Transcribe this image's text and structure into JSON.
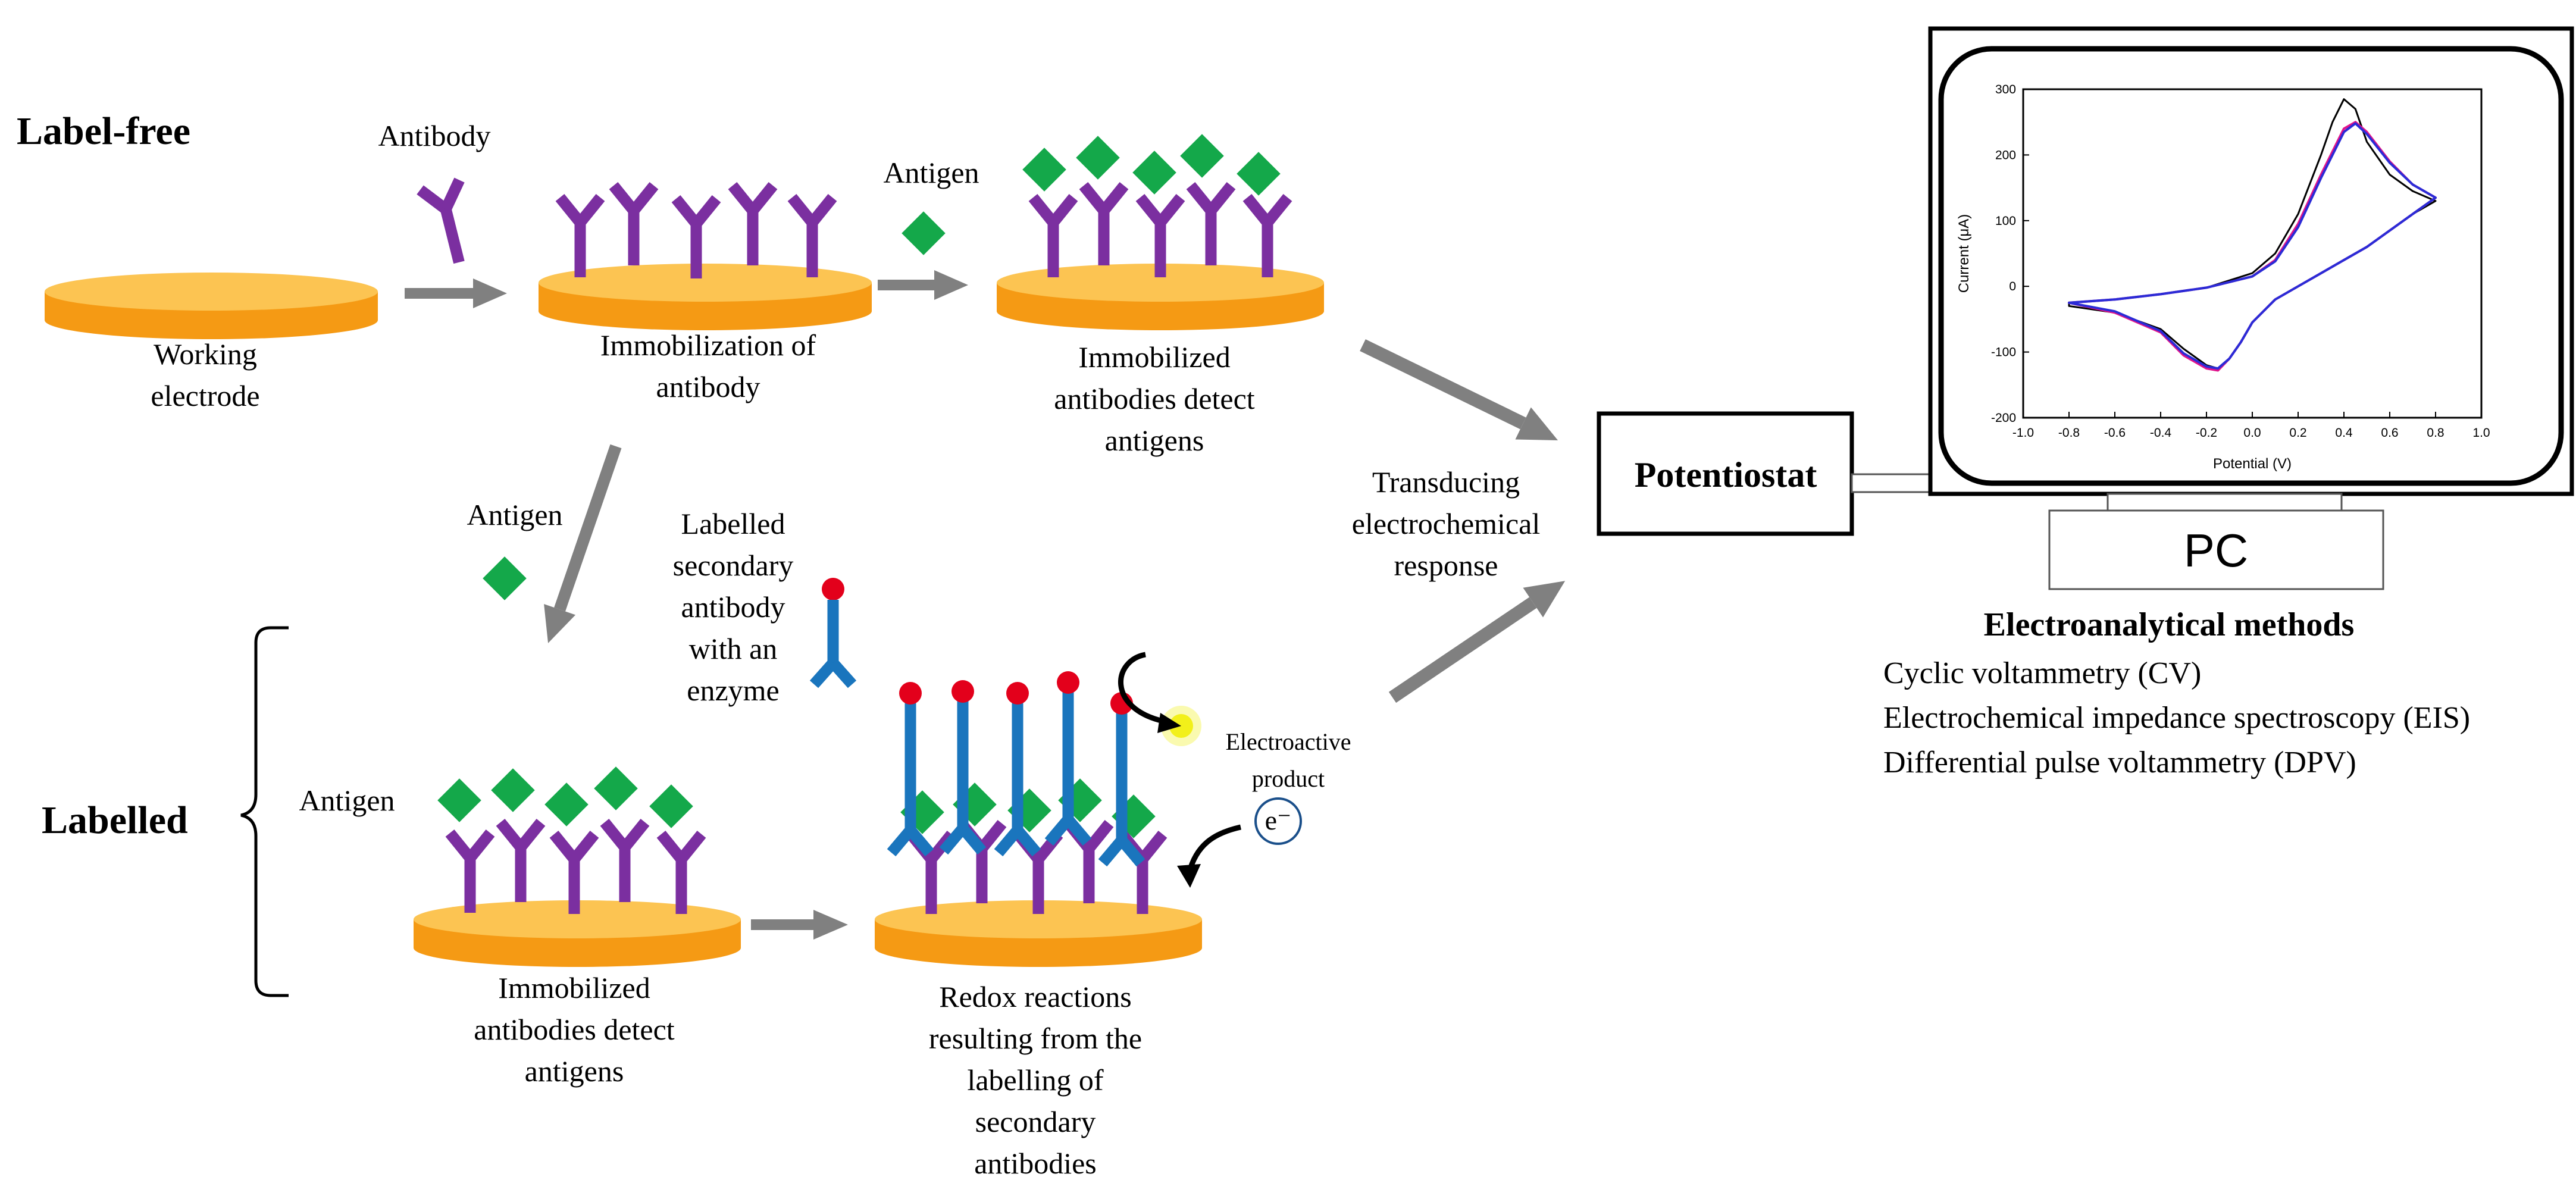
{
  "labels": {
    "label_free": "Label-free",
    "labelled": "Labelled",
    "antibody": "Antibody",
    "antigen_top": "Antigen",
    "antigen_mid": "Antigen",
    "antigen_low": "Antigen",
    "working_electrode": [
      "Working",
      "electrode"
    ],
    "immobilization": [
      "Immobilization of",
      "antibody"
    ],
    "detect_top": [
      "Immobilized",
      "antibodies detect",
      "antigens"
    ],
    "secondary": [
      "Labelled",
      "secondary",
      "antibody",
      "with an",
      "enzyme"
    ],
    "detect_low": [
      "Immobilized",
      "antibodies detect",
      "antigens"
    ],
    "redox": [
      "Redox reactions",
      "resulting from the",
      "labelling of",
      "secondary",
      "antibodies"
    ],
    "electroactive": [
      "Electroactive",
      "product"
    ],
    "electron": "e⁻",
    "transducing": [
      "Transducing",
      "electrochemical",
      "response"
    ],
    "potentiostat": "Potentiostat",
    "pc": "PC",
    "methods_title": "Electroanalytical methods",
    "methods": [
      "Cyclic voltammetry (CV)",
      "Electrochemical impedance spectroscopy (EIS)",
      "Differential pulse voltammetry (DPV)"
    ]
  },
  "colors": {
    "electrode_top": "#fcc452",
    "electrode_side": "#f59a14",
    "antibody": "#7b2fa0",
    "antigen": "#14a84a",
    "secondary": "#1a75bd",
    "enzyme": "#e3001b",
    "arrow": "#808080",
    "product_glow": "#f2f01a",
    "cv_black": "#000000",
    "cv_magenta": "#e0148c",
    "cv_blue": "#2b2bd6"
  },
  "chart_data": {
    "type": "line",
    "title": "",
    "xlabel": "Potential (V)",
    "ylabel": "Current (μA)",
    "xlim": [
      -1.0,
      1.0
    ],
    "ylim": [
      -200,
      300
    ],
    "xticks": [
      "-1.0",
      "-0.8",
      "-0.6",
      "-0.4",
      "-0.2",
      "0.0",
      "0.2",
      "0.4",
      "0.6",
      "0.8",
      "1.0"
    ],
    "yticks": [
      "-200",
      "-100",
      "0",
      "100",
      "200",
      "300"
    ],
    "series": [
      {
        "color": "#000000",
        "x": [
          -0.8,
          -0.6,
          -0.4,
          -0.2,
          0.0,
          0.1,
          0.2,
          0.3,
          0.35,
          0.4,
          0.45,
          0.5,
          0.6,
          0.7,
          0.8,
          0.7,
          0.6,
          0.5,
          0.4,
          0.3,
          0.2,
          0.1,
          0.0,
          -0.05,
          -0.1,
          -0.15,
          -0.2,
          -0.3,
          -0.4,
          -0.6,
          -0.8
        ],
        "y": [
          -25,
          -20,
          -12,
          -2,
          20,
          50,
          110,
          200,
          250,
          285,
          270,
          220,
          170,
          145,
          130,
          110,
          85,
          60,
          40,
          20,
          0,
          -20,
          -55,
          -85,
          -110,
          -125,
          -120,
          -95,
          -65,
          -40,
          -30
        ]
      },
      {
        "color": "#e0148c",
        "x": [
          -0.8,
          -0.6,
          -0.4,
          -0.2,
          0.0,
          0.1,
          0.2,
          0.3,
          0.4,
          0.45,
          0.5,
          0.6,
          0.7,
          0.8,
          0.7,
          0.6,
          0.5,
          0.4,
          0.3,
          0.2,
          0.1,
          0.0,
          -0.05,
          -0.1,
          -0.15,
          -0.2,
          -0.3,
          -0.4,
          -0.6,
          -0.8
        ],
        "y": [
          -25,
          -20,
          -12,
          -2,
          15,
          40,
          95,
          170,
          240,
          250,
          235,
          190,
          155,
          135,
          110,
          85,
          60,
          40,
          20,
          0,
          -20,
          -55,
          -85,
          -110,
          -128,
          -125,
          -105,
          -70,
          -40,
          -25
        ]
      },
      {
        "color": "#2b2bd6",
        "x": [
          -0.8,
          -0.6,
          -0.4,
          -0.2,
          0.0,
          0.1,
          0.2,
          0.3,
          0.4,
          0.45,
          0.5,
          0.6,
          0.7,
          0.8,
          0.7,
          0.6,
          0.5,
          0.4,
          0.3,
          0.2,
          0.1,
          0.0,
          -0.05,
          -0.1,
          -0.15,
          -0.2,
          -0.3,
          -0.4,
          -0.6,
          -0.8
        ],
        "y": [
          -25,
          -20,
          -12,
          -2,
          15,
          38,
          90,
          165,
          235,
          248,
          232,
          188,
          155,
          135,
          110,
          85,
          60,
          40,
          20,
          0,
          -20,
          -55,
          -85,
          -110,
          -125,
          -122,
          -102,
          -68,
          -38,
          -25
        ]
      }
    ]
  }
}
